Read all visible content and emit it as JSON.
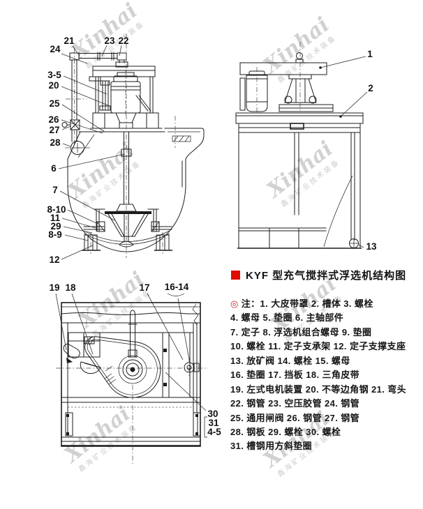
{
  "header": {
    "title": "KYF 型充气搅拌式浮选机结构图"
  },
  "notes": {
    "bullet": "◎",
    "lines": [
      "注：1. 大皮带罩 2. 槽体 3. 螺栓",
      "4. 螺母 5. 垫圈 6. 主轴部件",
      "7. 定子 8. 浮选机组合螺母 9. 垫圈",
      "10. 螺栓 11. 定子支承架 12. 定子支撑支座",
      "13. 放矿阀 14. 螺栓 15. 螺母",
      "16. 垫圈 17. 挡板 18. 三角皮带",
      "19. 左式电机装置 20. 不等边角钢 21. 弯头",
      "22. 钢管 23. 空压胶管 24. 钢管",
      "25. 通用闸阀 26. 钢管 27. 钢管",
      "28. 钢板 29. 螺栓 30. 螺栓",
      "31. 槽钢用方斜垫圈"
    ]
  },
  "watermark": {
    "name": "Xinhai",
    "subtitle": "鑫海矿业技术装备"
  },
  "colors": {
    "accent_red": "#e00c00",
    "note_red": "#cc2233",
    "line_black": "#1b1b1b",
    "watermark_gray": "#c9c9c9"
  },
  "callouts": {
    "sectional": [
      "21",
      "24",
      "23",
      "22",
      "3-5",
      "20",
      "25",
      "26",
      "27",
      "28",
      "6",
      "7",
      "8-10",
      "11",
      "29",
      "8-9",
      "12"
    ],
    "side": [
      "1",
      "2",
      "13"
    ],
    "plan": [
      "19",
      "18",
      "17",
      "16-14",
      "30",
      "31",
      "4-5"
    ]
  }
}
